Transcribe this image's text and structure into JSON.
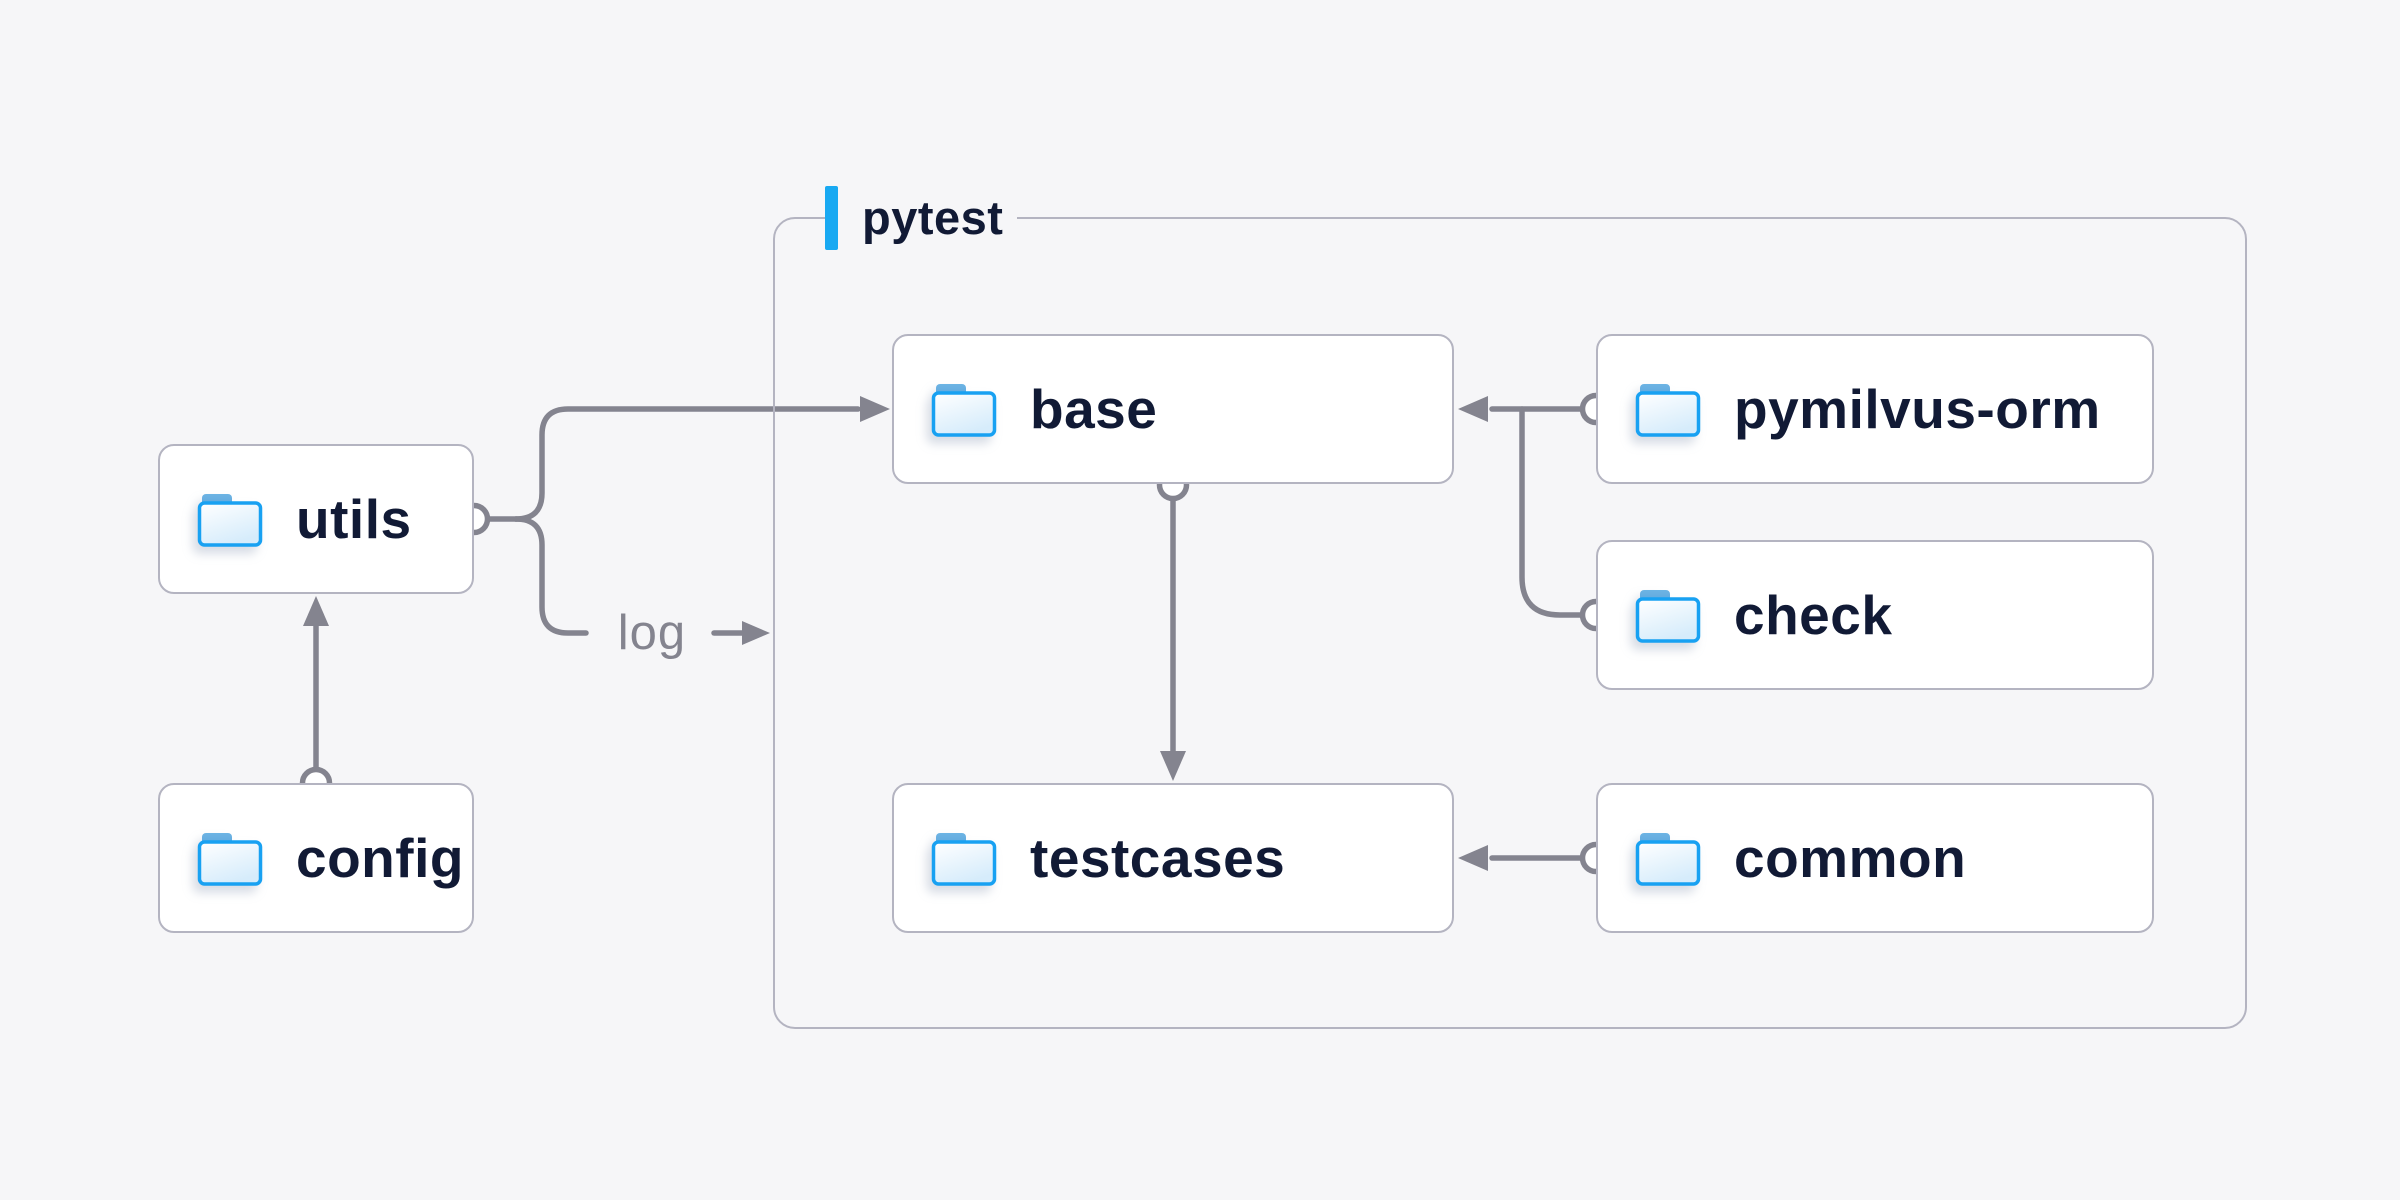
{
  "diagram": {
    "group": {
      "title": "pytest"
    },
    "nodes": {
      "utils": "utils",
      "config": "config",
      "base": "base",
      "testcases": "testcases",
      "pymilvus_orm": "pymilvus-orm",
      "check": "check",
      "common": "common"
    },
    "edge_labels": {
      "log": "log"
    },
    "colors": {
      "bg": "#f6f6f8",
      "node-bg": "#ffffff",
      "border": "#b4b4c1",
      "line": "#84848f",
      "text": "#111a35",
      "accent": "#18a9f2",
      "folder-stroke": "#18a1f2",
      "folder-tab": "#57a0d8"
    }
  }
}
